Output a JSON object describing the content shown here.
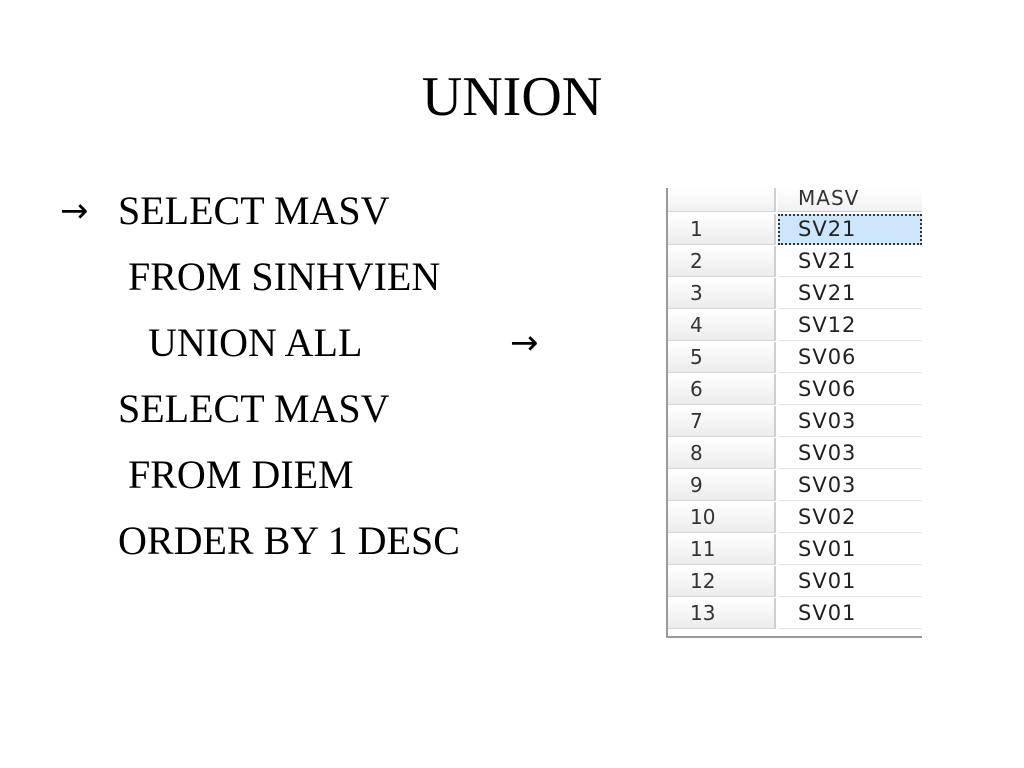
{
  "title": "UNION",
  "arrow_glyph": "→",
  "query_lines": [
    "SELECT MASV",
    " FROM SINHVIEN",
    "   UNION ALL",
    "SELECT MASV",
    " FROM DIEM",
    "ORDER BY 1 DESC"
  ],
  "result": {
    "column_header": "MASV",
    "rows": [
      {
        "num": "1",
        "value": "SV21"
      },
      {
        "num": "2",
        "value": "SV21"
      },
      {
        "num": "3",
        "value": "SV21"
      },
      {
        "num": "4",
        "value": "SV12"
      },
      {
        "num": "5",
        "value": "SV06"
      },
      {
        "num": "6",
        "value": "SV06"
      },
      {
        "num": "7",
        "value": "SV03"
      },
      {
        "num": "8",
        "value": "SV03"
      },
      {
        "num": "9",
        "value": "SV03"
      },
      {
        "num": "10",
        "value": "SV02"
      },
      {
        "num": "11",
        "value": "SV01"
      },
      {
        "num": "12",
        "value": "SV01"
      },
      {
        "num": "13",
        "value": "SV01"
      }
    ],
    "selected_row": 0,
    "selection_color": "#cde6fb"
  }
}
